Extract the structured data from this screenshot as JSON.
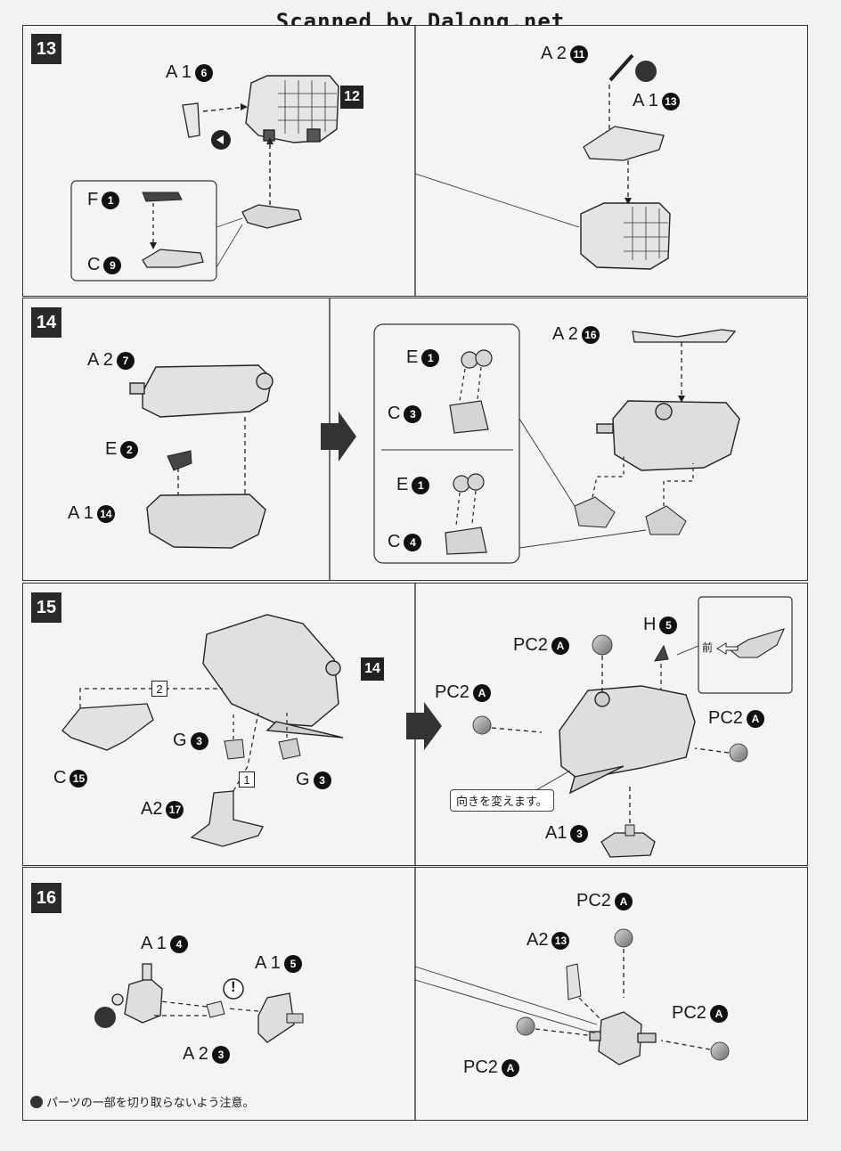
{
  "header": "Scanned by Dalong.net",
  "steps": {
    "s13": {
      "number": "13",
      "part_a1_6": {
        "sprue": "A 1",
        "num": "6"
      },
      "subassembly": "12",
      "part_f_1": {
        "sprue": "F",
        "num": "1"
      },
      "part_c_9": {
        "sprue": "C",
        "num": "9"
      },
      "part_a2_11": {
        "sprue": "A 2",
        "num": "11"
      },
      "part_a1_13": {
        "sprue": "A 1",
        "num": "13"
      }
    },
    "s14": {
      "number": "14",
      "part_a2_7": {
        "sprue": "A 2",
        "num": "7"
      },
      "part_e_2": {
        "sprue": "E",
        "num": "2"
      },
      "part_a1_14": {
        "sprue": "A 1",
        "num": "14"
      },
      "part_e_1_top": {
        "sprue": "E",
        "num": "1"
      },
      "part_c_3": {
        "sprue": "C",
        "num": "3"
      },
      "part_e_1_bottom": {
        "sprue": "E",
        "num": "1"
      },
      "part_c_4": {
        "sprue": "C",
        "num": "4"
      },
      "part_a2_16": {
        "sprue": "A 2",
        "num": "16"
      }
    },
    "s15": {
      "number": "15",
      "subassembly": "14",
      "order_1": "1",
      "order_2": "2",
      "part_c_15": {
        "sprue": "C",
        "num": "15"
      },
      "part_g_3_left": {
        "sprue": "G",
        "num": "3"
      },
      "part_g_3_right": {
        "sprue": "G",
        "num": "3"
      },
      "part_a2_17": {
        "sprue": "A2",
        "num": "17"
      },
      "part_pc2_a_top": {
        "sprue": "PC2",
        "num": "A"
      },
      "part_pc2_a_left": {
        "sprue": "PC2",
        "num": "A"
      },
      "part_pc2_a_right": {
        "sprue": "PC2",
        "num": "A"
      },
      "part_h_5": {
        "sprue": "H",
        "num": "5"
      },
      "front_label": "前",
      "callout": "向きを変えます。",
      "part_a1_3": {
        "sprue": "A1",
        "num": "3"
      }
    },
    "s16": {
      "number": "16",
      "part_a1_4": {
        "sprue": "A 1",
        "num": "4"
      },
      "part_a1_5": {
        "sprue": "A 1",
        "num": "5"
      },
      "part_a2_3": {
        "sprue": "A 2",
        "num": "3"
      },
      "warning_mark": "!",
      "part_pc2_a_top": {
        "sprue": "PC2",
        "num": "A"
      },
      "part_a2_13": {
        "sprue": "A2",
        "num": "13"
      },
      "part_pc2_a_right": {
        "sprue": "PC2",
        "num": "A"
      },
      "part_pc2_a_left": {
        "sprue": "PC2",
        "num": "A"
      }
    }
  },
  "footnote": "パーツの一部を切り取らないよう注意。"
}
